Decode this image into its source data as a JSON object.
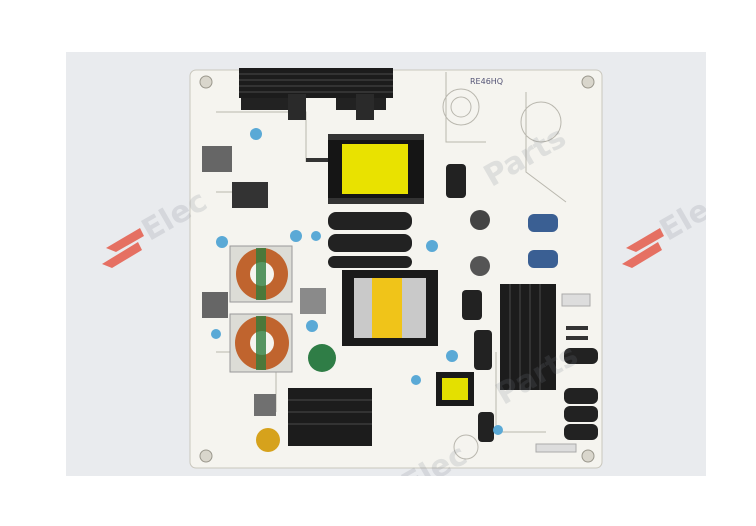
{
  "image": {
    "subject": "power-supply-board-photo",
    "watermark_text": "Elec",
    "watermark_text_2": "Parts",
    "board_label_stamp": "RE46HQ",
    "colors": {
      "background": "#e9ebee",
      "pcb": "#f5f4ef",
      "heatsink": "#1c1c1c",
      "transformer_yellow": "#e9e200",
      "copper_coil": "#c0642e",
      "capacitor_black": "#222222",
      "capacitor_blue": "#3a5f93",
      "watermark_accent": "#e55b4a"
    }
  }
}
